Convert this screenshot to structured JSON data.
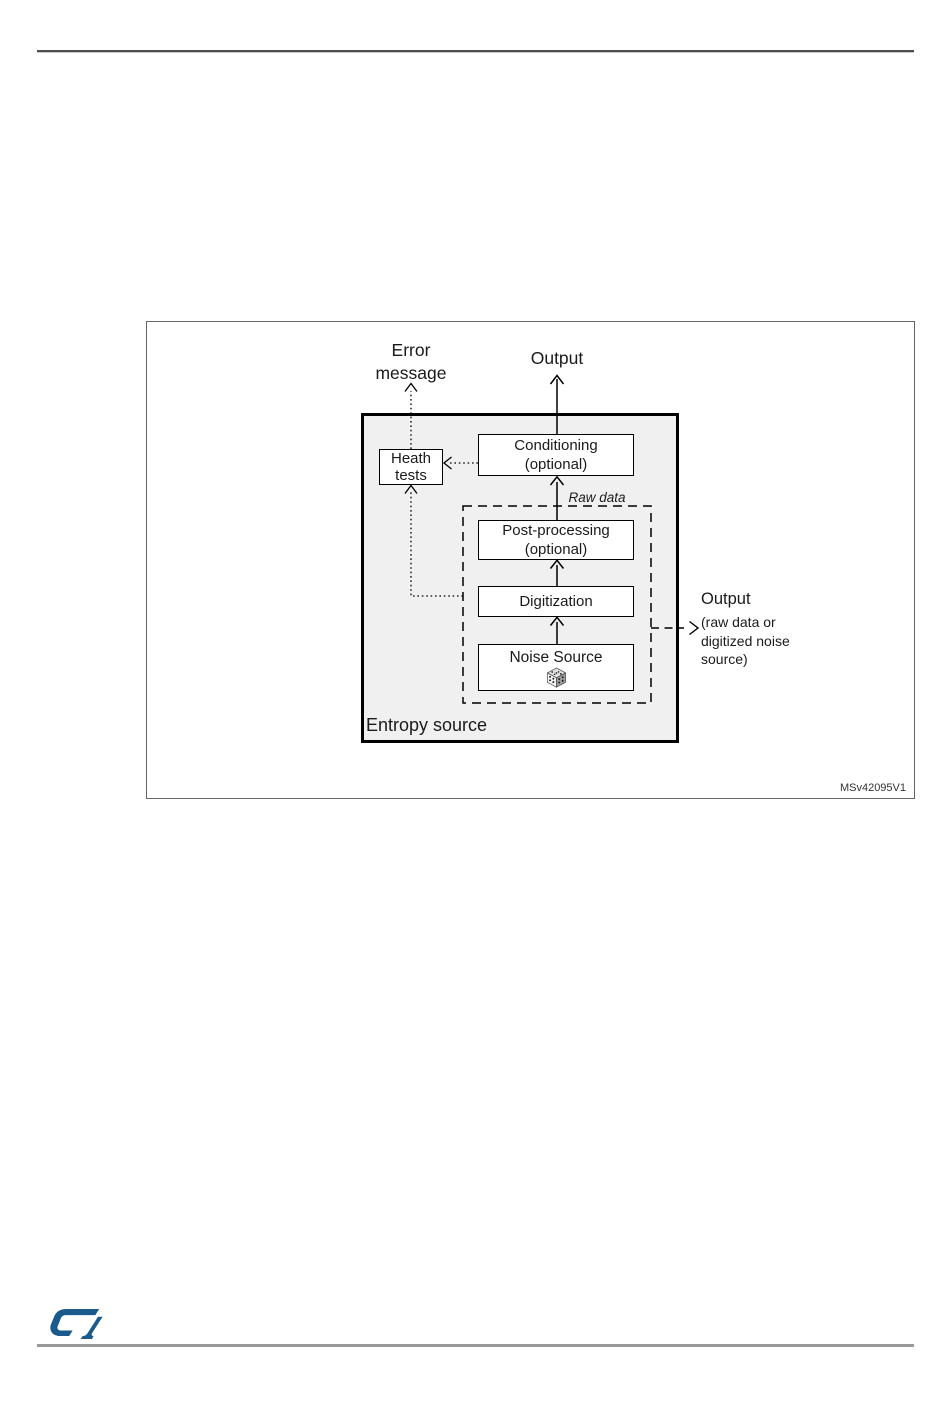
{
  "figure": {
    "error_label": {
      "line1": "Error",
      "line2": "message"
    },
    "top_output_label": "Output",
    "raw_data_label": "Raw data",
    "entropy_label": "Entropy source",
    "boxes": {
      "health_tests": {
        "line1": "Heath",
        "line2": "tests"
      },
      "conditioning": {
        "line1": "Conditioning",
        "line2": "(optional)"
      },
      "post_processing": {
        "line1": "Post-processing",
        "line2": "(optional)"
      },
      "digitization": {
        "label": "Digitization"
      },
      "noise_source": {
        "label": "Noise Source"
      }
    },
    "side_output": {
      "title": "Output",
      "line1": "(raw data or",
      "line2": "digitized noise",
      "line3": "source)"
    },
    "watermark": "MSv42095V1"
  },
  "icons": {
    "dice": "dice-icon",
    "st_logo": "st-logo"
  },
  "colors": {
    "entropy_fill": "#f0f0f0",
    "box_border": "#000000",
    "figure_frame": "#666666",
    "top_rule": "#4d4d4d",
    "bottom_rule": "#999999",
    "st_blue": "#1a5a8c",
    "ink": "#1a1a1a"
  }
}
